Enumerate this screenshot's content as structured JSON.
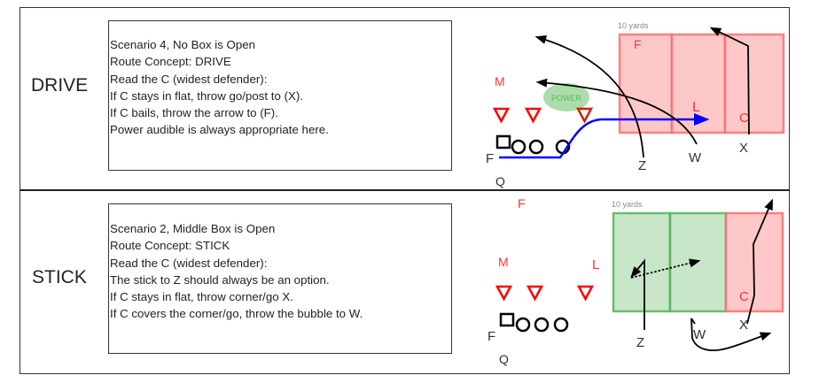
{
  "plays": [
    {
      "label": "DRIVE",
      "description": [
        "Scenario 4, No Box is Open",
        "Route Concept: DRIVE",
        "Read the C (widest defender):",
        "If C stays in flat, throw go/post to (X).",
        "If C bails, throw the arrow to (F).",
        "Power audible is always appropriate here."
      ],
      "diagram": {
        "yards_label": "10 yards",
        "zones": [
          {
            "name": "left-box",
            "status": "closed"
          },
          {
            "name": "middle-box",
            "status": "closed"
          },
          {
            "name": "right-box",
            "status": "closed"
          }
        ],
        "defenders": {
          "F": "F",
          "M": "M",
          "L": "L",
          "C": "C"
        },
        "offense": {
          "F": "F",
          "Q": "Q",
          "Z": "Z",
          "W": "W",
          "X": "X"
        },
        "power_label": "POWER"
      }
    },
    {
      "label": "STICK",
      "description": [
        "Scenario 2, Middle Box is Open",
        "Route Concept: STICK",
        "Read the C (widest defender):",
        "The stick to Z should always be an option.",
        "If C stays in flat, throw corner/go X.",
        "If C covers the corner/go, throw the bubble to W."
      ],
      "diagram": {
        "yards_label": "10 yards",
        "zones": [
          {
            "name": "left-box",
            "status": "open"
          },
          {
            "name": "middle-box",
            "status": "open"
          },
          {
            "name": "right-box",
            "status": "closed"
          }
        ],
        "defenders": {
          "F": "F",
          "M": "M",
          "L": "L",
          "C": "C"
        },
        "offense": {
          "F": "F",
          "Q": "Q",
          "Z": "Z",
          "W": "W",
          "X": "X"
        }
      }
    }
  ],
  "colors": {
    "defense": "#ff0000",
    "closed_zone": "#ffc8c8",
    "open_zone": "#c8e6c8",
    "run_route": "#0000ff",
    "power_bubble": "#8fd18f"
  }
}
